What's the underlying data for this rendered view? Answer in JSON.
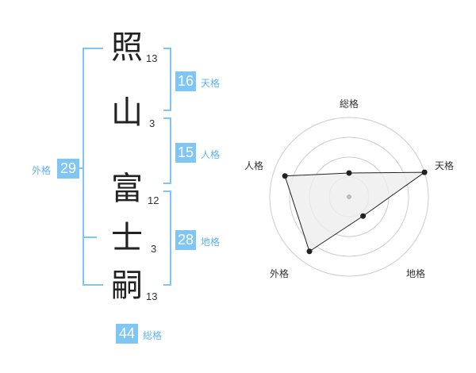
{
  "name_characters": [
    {
      "char": "照",
      "strokes": "13"
    },
    {
      "char": "山",
      "strokes": "3"
    },
    {
      "char": "富",
      "strokes": "12"
    },
    {
      "char": "士",
      "strokes": "3"
    },
    {
      "char": "嗣",
      "strokes": "13"
    }
  ],
  "kakusu": {
    "tenkaku": {
      "value": "16",
      "label": "天格"
    },
    "jinkaku": {
      "value": "15",
      "label": "人格"
    },
    "chikaku": {
      "value": "28",
      "label": "地格"
    },
    "gaikaku": {
      "value": "29",
      "label": "外格"
    },
    "soukaku": {
      "value": "44",
      "label": "総格"
    }
  },
  "chart_data": {
    "type": "radar",
    "axes": [
      "総格",
      "天格",
      "地格",
      "外格",
      "人格"
    ],
    "values": [
      0.3,
      1.0,
      0.3,
      0.85,
      0.85
    ],
    "range": [
      0,
      1
    ],
    "rings": 4
  },
  "colors": {
    "accent": "#7fc6f4",
    "label_text": "#5db3ec",
    "fill": "#eeeeee"
  }
}
